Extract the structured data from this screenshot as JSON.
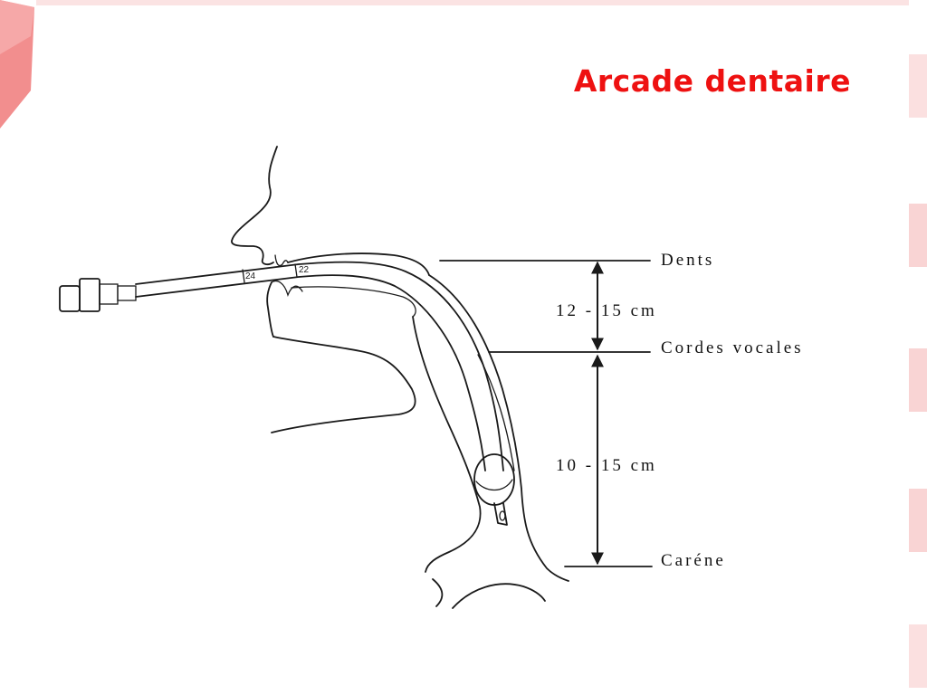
{
  "title": "Arcade dentaire",
  "colors": {
    "title": "#ee1111",
    "decoration": "#f07a7a",
    "ink": "#1a1a1a"
  },
  "diagram": {
    "levels": {
      "teeth": "Dents",
      "vocal_cords": "Cordes vocales",
      "carina": "Caréne"
    },
    "distances": {
      "teeth_to_cords": "12 - 15 cm",
      "cords_to_carina": "10 - 15 cm"
    },
    "tube_marks": {
      "mark_24": "24",
      "mark_22": "22"
    }
  }
}
